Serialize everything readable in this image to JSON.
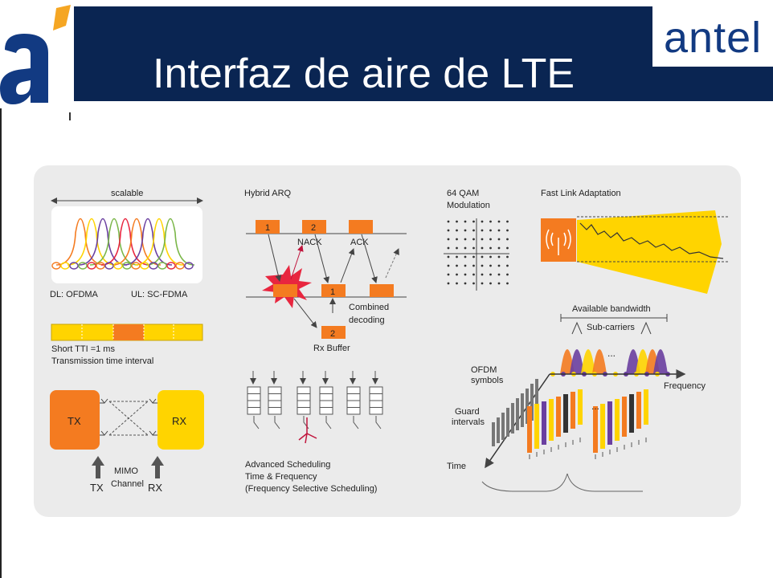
{
  "slide": {
    "title": "Interfaz de aire de LTE",
    "logo_right_text": "antel",
    "accent_colors": {
      "navy": "#0a2552",
      "orange": "#f47b20",
      "yellow": "#ffd400",
      "purple": "#6a3fa0",
      "panel": "#ebebeb"
    }
  },
  "ofdma": {
    "scalable_label": "scalable",
    "dl_label": "DL: OFDMA",
    "ul_label": "UL: SC-FDMA",
    "tti_label": "Short TTI =1 ms",
    "tti_desc": "Transmission time interval"
  },
  "mimo": {
    "tx_box": "TX",
    "rx_box": "RX",
    "mimo_label": "MIMO",
    "channel_label": "Channel",
    "tx_arrow": "TX",
    "rx_arrow": "RX"
  },
  "harq": {
    "title": "Hybrid ARQ",
    "block_1": "1",
    "block_2": "2",
    "nack": "NACK",
    "ack": "ACK",
    "combined": "Combined",
    "decoding": "decoding",
    "rx_block_1": "1",
    "rx_block_2": "2",
    "rx_buffer": "Rx Buffer"
  },
  "scheduling": {
    "line1": "Advanced Scheduling",
    "line2": "Time & Frequency",
    "line3": "(Frequency Selective Scheduling)"
  },
  "qam": {
    "line1": "64 QAM",
    "line2": "Modulation"
  },
  "link_adaptation": {
    "title": "Fast Link Adaptation"
  },
  "ofdm": {
    "available_bw": "Available bandwidth",
    "subcarriers": "Sub-carriers",
    "ellipsis": "...",
    "ofdm_symbols_1": "OFDM",
    "ofdm_symbols_2": "symbols",
    "guard_1": "Guard",
    "guard_2": "intervals",
    "frequency": "Frequency",
    "time": "Time"
  }
}
